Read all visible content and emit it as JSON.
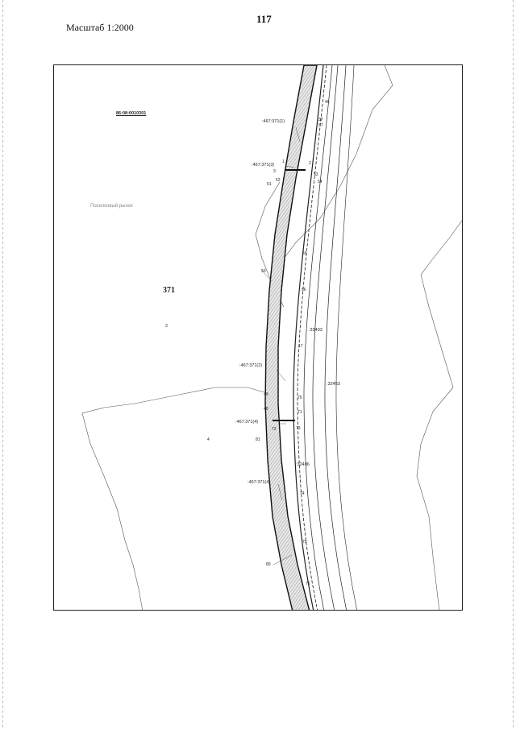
{
  "header": {
    "page_number": "117",
    "scale": "Масштаб 1:2000"
  },
  "map": {
    "cadastral_block": "86:08:0010301",
    "zone_label": "Поселковый рынок",
    "parcel_main": "371",
    "small_labels": [
      "3",
      "4"
    ],
    "parcels": [
      ":467:371(1)",
      ":467:371(3)",
      ":467:371(2)",
      ":467:371(4)",
      ":467:371(4)",
      ":32493",
      ":32453",
      ":32496"
    ],
    "points": [
      "46",
      "37",
      "57",
      "1",
      "3",
      "51",
      "52",
      "53",
      "54",
      "55",
      "56",
      "50",
      "2",
      "17",
      "49",
      "48",
      "72",
      "81",
      "80",
      "76",
      "75",
      "74",
      "73",
      "71",
      "70"
    ]
  }
}
